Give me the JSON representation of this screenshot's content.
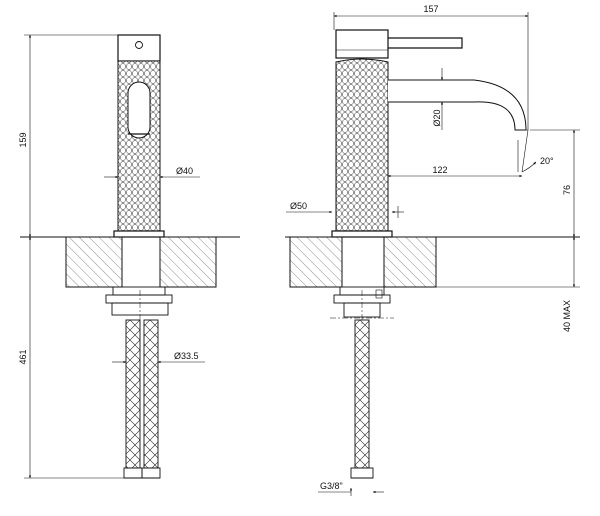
{
  "dimensions": {
    "top_width": "157",
    "front_height": "159",
    "below_counter": "461",
    "body_diameter": "Ø40",
    "lever_diameter": "Ø20",
    "spout_reach": "122",
    "spout_angle": "20°",
    "spout_height": "76",
    "base_diameter": "Ø50",
    "hose_diameter": "Ø33.5",
    "max_thickness": "40 MAX",
    "thread": "G3/8\""
  }
}
